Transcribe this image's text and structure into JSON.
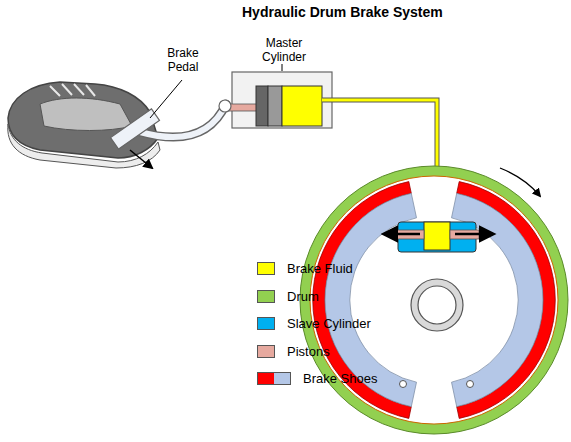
{
  "diagram": {
    "title": "Hydraulic Drum Brake System",
    "nodes": [
      {
        "text": [
          "Master Cylinder"
        ]
      }
    ],
    "labels": [
      "Brake Pedal"
    ],
    "legend": [
      {
        "text": "Brake Fluid",
        "color": "#ffff00"
      },
      {
        "text": "Drum",
        "color": "#92d050"
      },
      {
        "text": "Slave Cylinder",
        "color": "#00b0f0"
      },
      {
        "text": "Pistons",
        "color": "#e6a99f"
      },
      {
        "text": "Brake Shoes"
      }
    ]
  }
}
